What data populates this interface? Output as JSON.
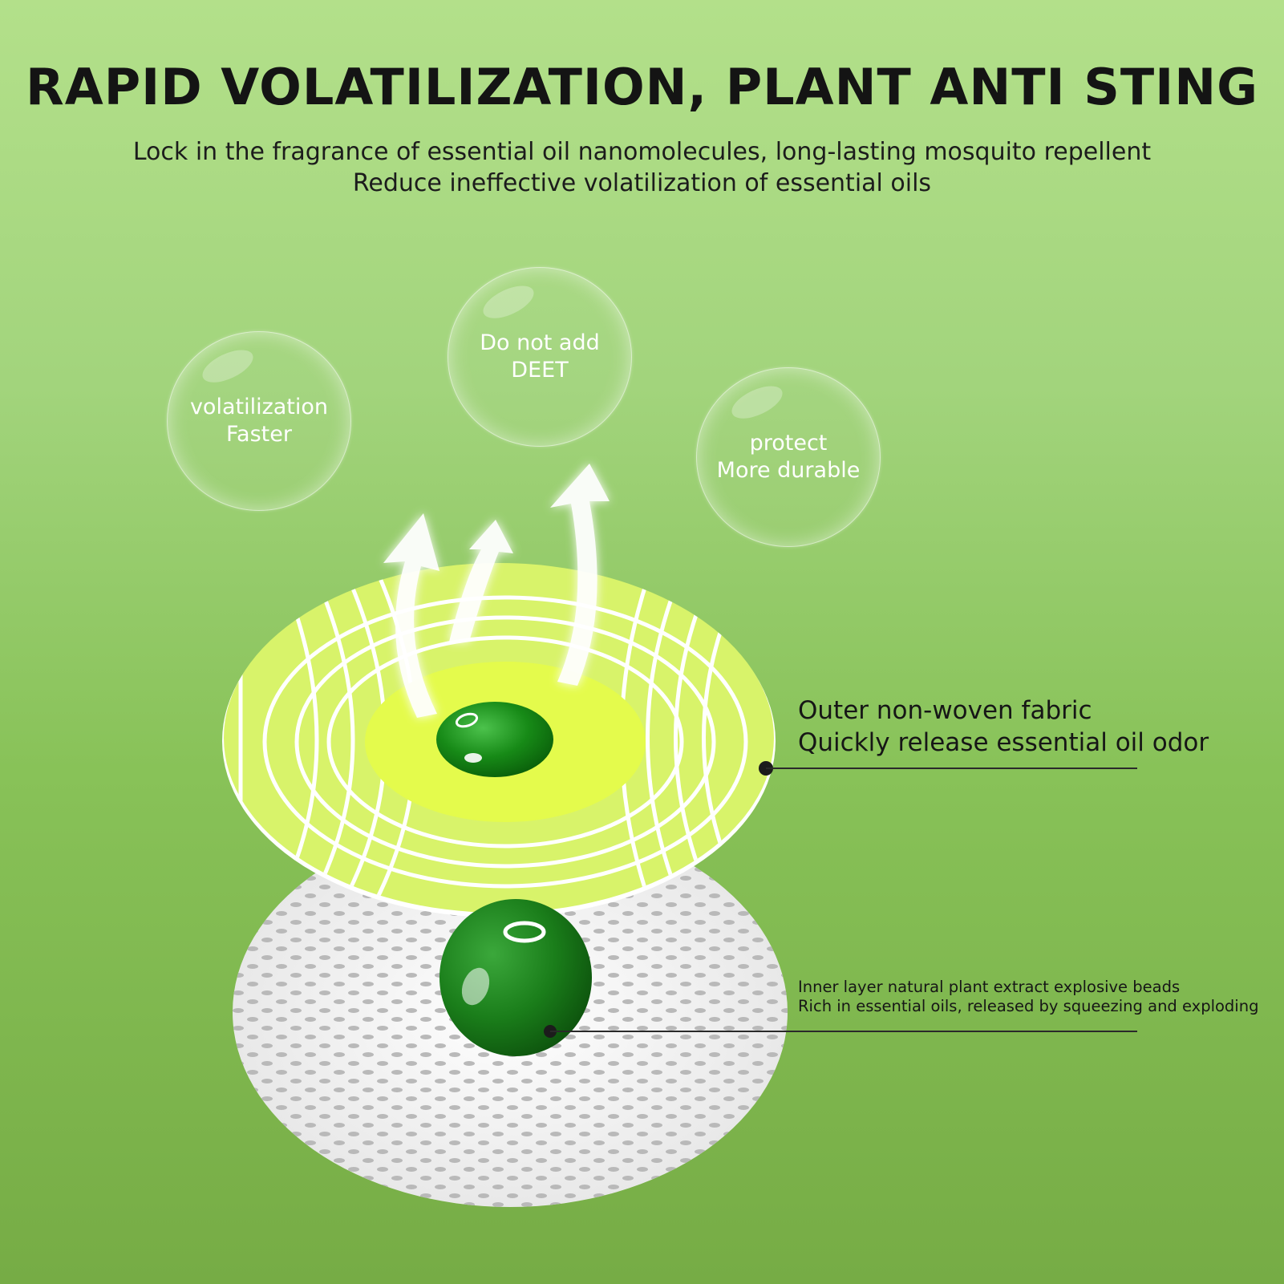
{
  "headline": "RAPID VOLATILIZATION, PLANT ANTI STING",
  "subtitle": {
    "line1": "Lock in the fragrance of essential oil nanomolecules, long-lasting mosquito repellent",
    "line2": "Reduce ineffective volatilization of essential oils"
  },
  "bubbles": [
    {
      "line1": "volatilization",
      "line2": "Faster"
    },
    {
      "line1": "Do not add",
      "line2": "DEET"
    },
    {
      "line1": "protect",
      "line2": "More durable"
    }
  ],
  "callouts": {
    "outer": {
      "line1": "Outer non-woven fabric",
      "line2": "Quickly release essential oil odor"
    },
    "inner": {
      "line1": "Inner layer natural plant extract explosive beads",
      "line2": "Rich in essential oils, released by squeezing and exploding"
    }
  },
  "colors": {
    "background_top": "#b3e08a",
    "background_bottom": "#76ac45",
    "outer_layer": "#d8f36a",
    "inner_layer": "#f2f2f2",
    "bead": "#1f8a1f",
    "text_dark": "#141414"
  }
}
